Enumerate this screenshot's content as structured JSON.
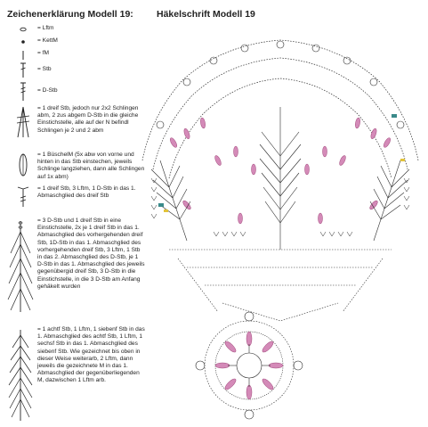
{
  "headings": {
    "legend": "Zeichenerklärung Modell 19:",
    "chart": "Häkelschrift Modell 19"
  },
  "legend": [
    {
      "icon": "chain-stitch-icon",
      "text": "= Lftm"
    },
    {
      "icon": "slip-stitch-icon",
      "text": "= KettM"
    },
    {
      "icon": "single-crochet-icon",
      "text": "= fM"
    },
    {
      "icon": "treble-icon",
      "text": "= Stb"
    },
    {
      "icon": "double-treble-icon",
      "text": "= D-Stb"
    },
    {
      "icon": "triple-treble-cluster-icon",
      "text": "= 1 dreif Stb, jedoch nur 2x2 Schlingen abm, 2 zus abgem D-Stb in die gleiche Einstichstelle, alle auf der N befindl Schlingen je 2 und 2 abm"
    },
    {
      "icon": "puff-stitch-icon",
      "text": "= 1 BüschelM (5x abw von vorne und hinten in das Stb einstechen, jeweils Schlinge langziehen, dann alle Schlingen auf 1x abm)"
    },
    {
      "icon": "treble-group-icon",
      "text": "= 1 dreif Stb, 3 Lftm, 1 D-Stb in das 1. Abmaschglied des dreif Stb"
    },
    {
      "icon": "pineapple-fan-icon",
      "text": "= 3 D-Stb und 1 dreif Stb in eine Einstichstelle, 2x je 1 dreif Stb in das 1. Abmaschglied des vorhergehenden dreif Stb, 1D-Stb in das 1. Abmaschglied des vorhergehenden dreif Stb, 3 Lftm, 1 Stb in das 2. Abmaschglied des D-Stb, je 1 D-Stb in das 1. Abmaschglied des jeweils gegenübergid dreif Stb, 3 D-Stb in die Einstichstelle, in die 3 D-Stb am Anfang gehäkelt wurden"
    },
    {
      "icon": "leaf-stitch-icon",
      "text": "= 1 achtf Stb, 1 Lftm, 1 siebenf Stb in das 1. Abmaschglied des achtf Stb, 1 Lftm, 1 sechsf Stb in das 1. Abmaschglied des siebenf Stb. Wie gezeichnet bis oben in dieser Weise weiterarb, 2 Lftm, dann jeweils die gezeichnete M in das 1. Abmaschglied der gegenüberliegenden M, dazwischen 1 Lftm arb."
    }
  ],
  "colors": {
    "text": "#1a1a1a",
    "chart_line": "#2b2b2b",
    "accent_pink": "#c0609a",
    "accent_teal": "#3a8a8a",
    "accent_yellow": "#e2c33a"
  }
}
